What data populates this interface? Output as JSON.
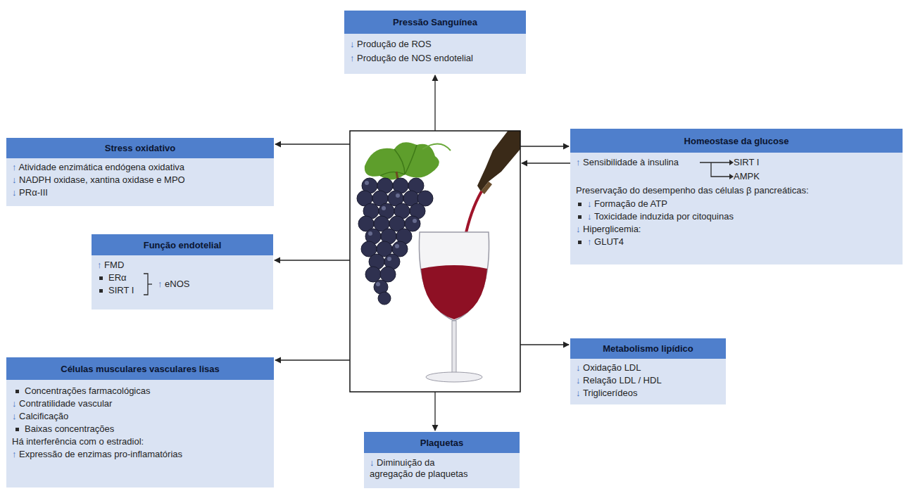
{
  "diagram": {
    "nodes": [
      {
        "text": [
          "Pressão Sanguínea",
          "↓ Produção de ROS",
          "↑ Produção de NOS endotelial"
        ]
      },
      {
        "text": [
          "Stress oxidativo",
          "↑ Atividade enzimática endógena oxidativa",
          "↓ NADPH oxidase, xantina oxidase e MPO",
          "↓ PRα-III"
        ]
      },
      {
        "text": [
          "Homeostase da glucose",
          "↑ Sensibilidade à insulina",
          "SIRT I",
          "AMPK",
          "Preservação do desempenho das células β pancreáticas:",
          "↓ Formação de ATP",
          "↓ Toxicidade induzida por citoquinas",
          "↓ Hiperglicemia:",
          "↑ GLUT4"
        ]
      },
      {
        "text": [
          "Função endotelial",
          "↑ FMD",
          "ERα",
          "SIRT I",
          "↑ eNOS"
        ]
      },
      {
        "text": [
          "Células musculares vasculares lisas",
          "Concentrações farmacológicas",
          "↓ Contratilidade vascular",
          "↓ Calcificação",
          "Baixas concentrações",
          "Há interferência com o estradiol:",
          "↑ Expressão de enzimas pro-inflamatórias"
        ]
      },
      {
        "text": [
          "Metabolismo lipídico",
          "↓ Oxidação LDL",
          "↓ Relação LDL / HDL",
          "↓ Triglicerídeos"
        ]
      },
      {
        "text": [
          "Plaquetas",
          "↓ Diminuição da agregação de plaquetas"
        ]
      }
    ]
  }
}
